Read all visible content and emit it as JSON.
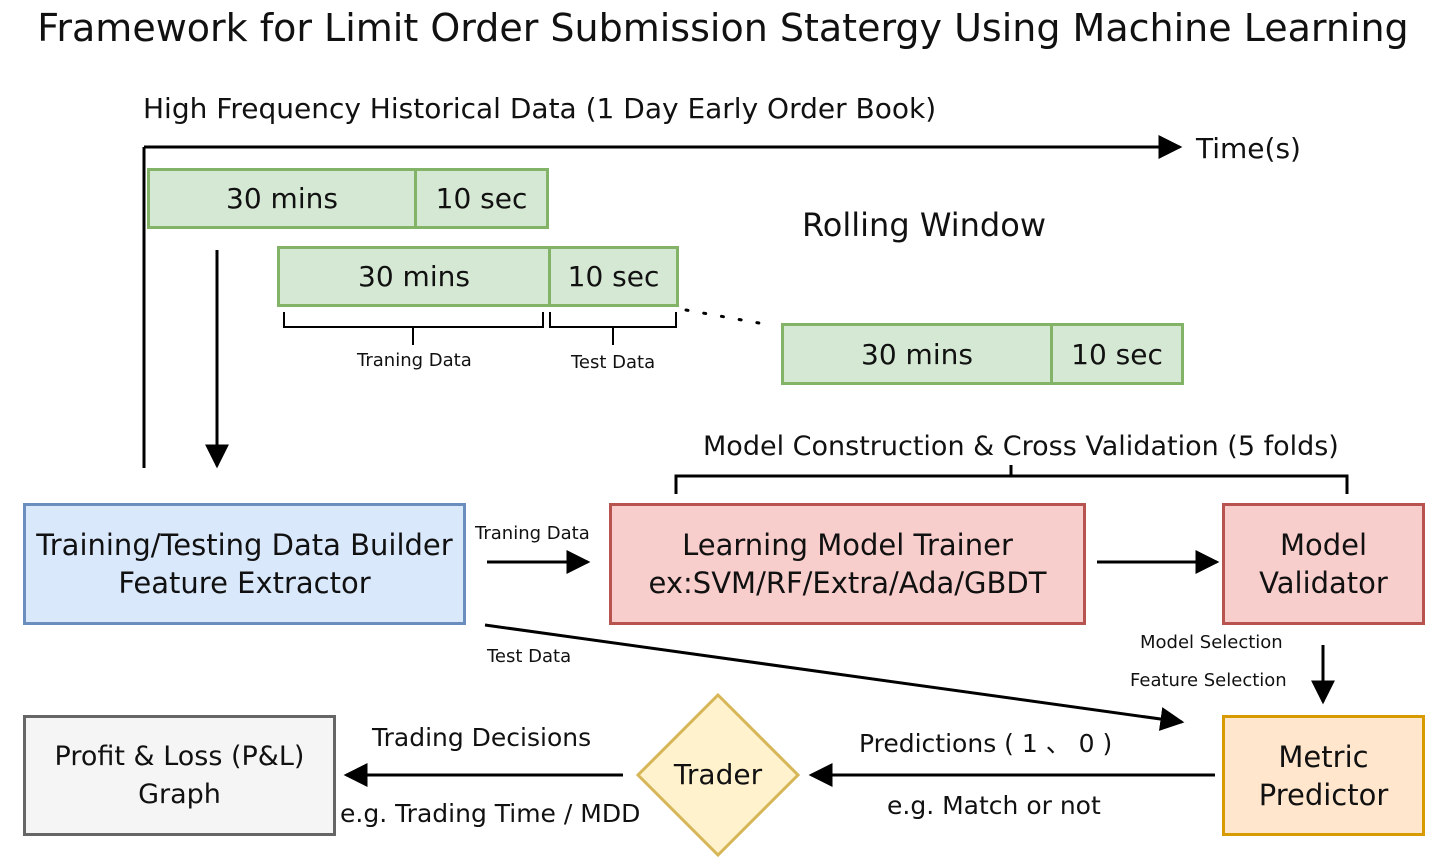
{
  "title": "Framework for Limit Order Submission Statergy Using Machine Learning",
  "timeline": {
    "heading": "High Frequency Historical Data (1 Day Early Order Book)",
    "axis_label": "Time(s)",
    "rolling_window_label": "Rolling Window",
    "windows": [
      {
        "train": "30 mins",
        "test": "10 sec"
      },
      {
        "train": "30 mins",
        "test": "10 sec"
      },
      {
        "train": "30 mins",
        "test": "10 sec"
      }
    ],
    "train_brace_label": "Traning Data",
    "test_brace_label": "Test Data"
  },
  "model_section": {
    "heading": "Model Construction & Cross Validation (5 folds)"
  },
  "boxes": {
    "builder": {
      "line1": "Training/Testing Data Builder",
      "line2": "Feature Extractor"
    },
    "trainer": {
      "line1": "Learning Model Trainer",
      "line2": "ex:SVM/RF/Extra/Ada/GBDT"
    },
    "validator": {
      "line1": "Model",
      "line2": "Validator"
    },
    "predictor": {
      "line1": "Metric",
      "line2": "Predictor"
    },
    "trader": {
      "label": "Trader"
    },
    "pnl": {
      "line1": "Profit & Loss (P&L)",
      "line2": "Graph"
    }
  },
  "edges": {
    "train_data": "Traning Data",
    "test_data": "Test Data",
    "model_selection": "Model Selection",
    "feature_selection": "Feature Selection",
    "predictions": "Predictions ( 1 、 0 )",
    "match": "e.g. Match or not",
    "decisions": "Trading Decisions",
    "decisions_eg": "e.g. Trading Time / MDD"
  },
  "colors": {
    "green_fill": "#d5e8d4",
    "green_stroke": "#82b366",
    "blue_fill": "#dae8fc",
    "blue_stroke": "#6c8ebf",
    "red_fill": "#f8cecc",
    "red_stroke": "#b85450",
    "orange_fill": "#ffe6cc",
    "orange_stroke": "#d79b00",
    "grey_fill": "#f5f5f5",
    "grey_stroke": "#666666",
    "diamond_fill": "#fff2cc",
    "diamond_stroke": "#d6b656"
  }
}
